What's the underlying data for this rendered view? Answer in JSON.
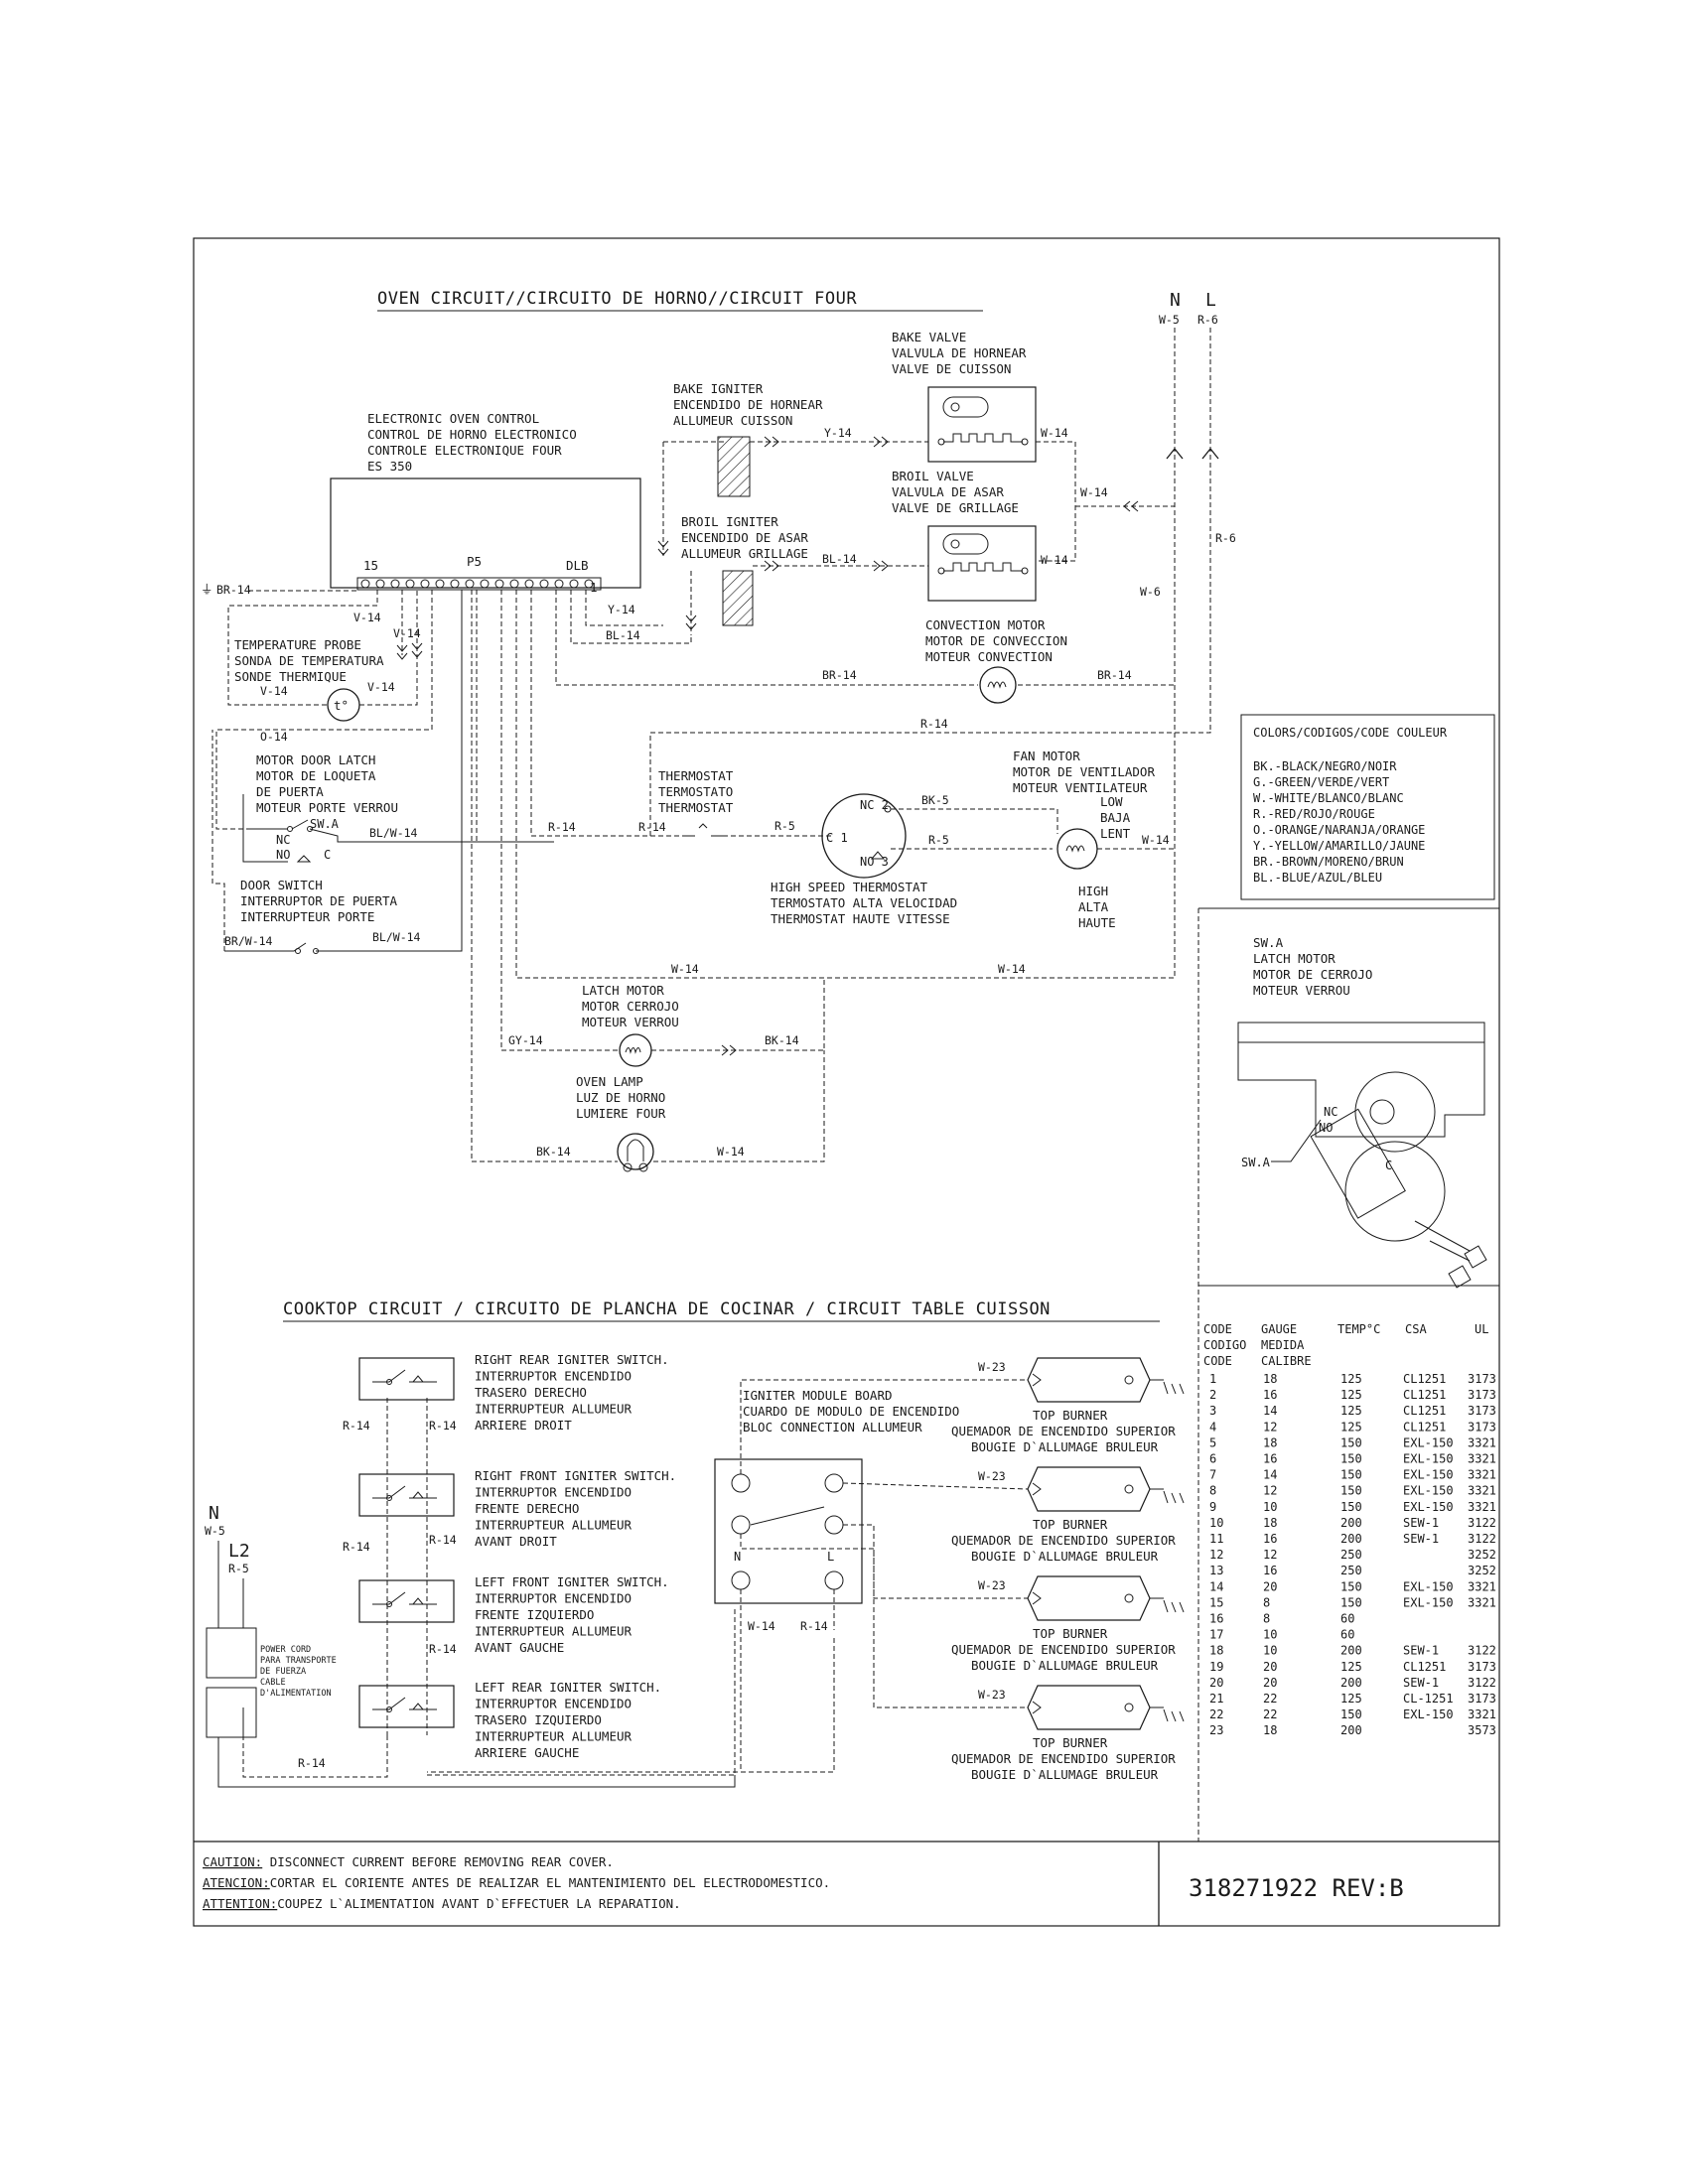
{
  "oven": {
    "title": "OVEN CIRCUIT//CIRCUITO DE HORNO//CIRCUIT FOUR",
    "n_label": "N",
    "l_label": "L",
    "w5": "W-5",
    "r6": "R-6",
    "eoc": [
      "ELECTRONIC OVEN CONTROL",
      "CONTROL DE HORNO ELECTRONICO",
      "CONTROLE ELECTRONIQUE FOUR",
      "ES 350"
    ],
    "pin15": "15",
    "p5": "P5",
    "dlb": "DLB",
    "pin1": "1",
    "ground": "⏚",
    "bake_igniter": [
      "BAKE IGNITER",
      "ENCENDIDO DE HORNEAR",
      "ALLUMEUR CUISSON"
    ],
    "bake_valve": [
      "BAKE VALVE",
      "VALVULA DE HORNEAR",
      "VALVE DE CUISSON"
    ],
    "broil_igniter": [
      "BROIL IGNITER",
      "ENCENDIDO DE ASAR",
      "ALLUMEUR GRILLAGE"
    ],
    "broil_valve": [
      "BROIL VALVE",
      "VALVULA DE ASAR",
      "VALVE DE GRILLAGE"
    ],
    "temp_probe": [
      "TEMPERATURE PROBE",
      "SONDA DE TEMPERATURA",
      "SONDE THERMIQUE"
    ],
    "convection_motor": [
      "CONVECTION MOTOR",
      "MOTOR DE CONVECCION",
      "MOTEUR CONVECTION"
    ],
    "door_latch": [
      "MOTOR DOOR LATCH",
      "MOTOR DE LOQUETA",
      "DE PUERTA",
      "MOTEUR PORTE VERROU"
    ],
    "swa": "SW.A",
    "nc": "NC",
    "no": "NO",
    "c": "C",
    "door_switch": [
      "DOOR SWITCH",
      "INTERRUPTOR DE PUERTA",
      "INTERRUPTEUR PORTE"
    ],
    "thermostat": [
      "THERMOSTAT",
      "TERMOSTATO",
      "THERMOSTAT"
    ],
    "hs_thermostat": [
      "HIGH SPEED THERMOSTAT",
      "TERMOSTATO ALTA VELOCIDAD",
      "THERMOSTAT HAUTE VITESSE"
    ],
    "fan_motor": [
      "FAN MOTOR",
      "MOTOR DE VENTILADOR",
      "MOTEUR VENTILATEUR"
    ],
    "low": [
      "LOW",
      "BAJA",
      "LENT"
    ],
    "high": [
      "HIGH",
      "ALTA",
      "HAUTE"
    ],
    "t_nc": "NC 2",
    "t_c": "C 1",
    "t_no": "NO 3",
    "latch_motor": [
      "LATCH MOTOR",
      "MOTOR CERROJO",
      "MOTEUR VERROU"
    ],
    "oven_lamp": [
      "OVEN LAMP",
      "LUZ DE HORNO",
      "LUMIERE FOUR"
    ],
    "probe_symbol": "t°",
    "wires": {
      "y14": "Y-14",
      "w14": "W-14",
      "bl14": "BL-14",
      "br14": "BR-14",
      "v14": "V-14",
      "v14b": "V-14",
      "v14c": "V-14",
      "v14d": "V-14",
      "v14e": "V-14",
      "w6": "W-6",
      "r6": "R-6",
      "r14": "R-14",
      "o14": "O-14",
      "blw14": "BL/W-14",
      "brw14": "BR/W-14",
      "bk5": "BK-5",
      "r5": "R-5",
      "gy14": "GY-14",
      "bk14": "BK-14"
    }
  },
  "colors": {
    "title": "COLORS/CODIGOS/CODE COULEUR",
    "items": [
      "BK.-BLACK/NEGRO/NOIR",
      "G.-GREEN/VERDE/VERT",
      "W.-WHITE/BLANCO/BLANC",
      "R.-RED/ROJO/ROUGE",
      "O.-ORANGE/NARANJA/ORANGE",
      "Y.-YELLOW/AMARILLO/JAUNE",
      "BR.-BROWN/MORENO/BRUN",
      "BL.-BLUE/AZUL/BLEU"
    ]
  },
  "swa_detail": {
    "lines": [
      "SW.A",
      "LATCH MOTOR",
      "MOTOR DE CERROJO",
      "MOTEUR VERROU"
    ],
    "label": "SW.A",
    "nc": "NC",
    "no": "NO",
    "c": "C"
  },
  "gauge": {
    "headers": [
      [
        "CODE",
        "CODIGO",
        "CODE"
      ],
      [
        "GAUGE",
        "MEDIDA",
        "CALIBRE"
      ],
      [
        "TEMP°C"
      ],
      [
        "CSA"
      ],
      [
        "UL"
      ]
    ],
    "rows": [
      [
        "1",
        "18",
        "125",
        "CL1251",
        "3173"
      ],
      [
        "2",
        "16",
        "125",
        "CL1251",
        "3173"
      ],
      [
        "3",
        "14",
        "125",
        "CL1251",
        "3173"
      ],
      [
        "4",
        "12",
        "125",
        "CL1251",
        "3173"
      ],
      [
        "5",
        "18",
        "150",
        "EXL-150",
        "3321"
      ],
      [
        "6",
        "16",
        "150",
        "EXL-150",
        "3321"
      ],
      [
        "7",
        "14",
        "150",
        "EXL-150",
        "3321"
      ],
      [
        "8",
        "12",
        "150",
        "EXL-150",
        "3321"
      ],
      [
        "9",
        "10",
        "150",
        "EXL-150",
        "3321"
      ],
      [
        "10",
        "18",
        "200",
        "SEW-1",
        "3122"
      ],
      [
        "11",
        "16",
        "200",
        "SEW-1",
        "3122"
      ],
      [
        "12",
        "12",
        "250",
        "",
        "3252"
      ],
      [
        "13",
        "16",
        "250",
        "",
        "3252"
      ],
      [
        "14",
        "20",
        "150",
        "EXL-150",
        "3321"
      ],
      [
        "15",
        "8",
        "150",
        "EXL-150",
        "3321"
      ],
      [
        "16",
        "8",
        "60",
        "",
        ""
      ],
      [
        "17",
        "10",
        "60",
        "",
        ""
      ],
      [
        "18",
        "10",
        "200",
        "SEW-1",
        "3122"
      ],
      [
        "19",
        "20",
        "125",
        "CL1251",
        "3173"
      ],
      [
        "20",
        "20",
        "200",
        "SEW-1",
        "3122"
      ],
      [
        "21",
        "22",
        "125",
        "CL-1251",
        "3173"
      ],
      [
        "22",
        "22",
        "150",
        "EXL-150",
        "3321"
      ],
      [
        "23",
        "18",
        "200",
        "",
        "3573"
      ]
    ]
  },
  "cooktop": {
    "title": "COOKTOP CIRCUIT / CIRCUITO DE PLANCHA DE COCINAR / CIRCUIT TABLE CUISSON",
    "switches": [
      [
        "RIGHT REAR IGNITER SWITCH.",
        "INTERRUPTOR ENCENDIDO",
        "TRASERO DERECHO",
        "INTERRUPTEUR ALLUMEUR",
        "ARRIERE DROIT"
      ],
      [
        "RIGHT FRONT IGNITER SWITCH.",
        "INTERRUPTOR  ENCENDIDO",
        "FRENTE DERECHO",
        "INTERRUPTEUR ALLUMEUR",
        "AVANT DROIT"
      ],
      [
        "LEFT FRONT IGNITER SWITCH.",
        "INTERRUPTOR  ENCENDIDO",
        "FRENTE IZQUIERDO",
        "INTERRUPTEUR ALLUMEUR",
        "AVANT GAUCHE"
      ],
      [
        "LEFT REAR IGNITER SWITCH.",
        "INTERRUPTOR ENCENDIDO",
        "TRASERO IZQUIERDO",
        "INTERRUPTEUR ALLUMEUR",
        "ARRIERE GAUCHE"
      ]
    ],
    "module": [
      "IGNITER MODULE BOARD",
      "CUARDO DE MODULO DE ENCENDIDO",
      "BLOC CONNECTION ALLUMEUR"
    ],
    "burner": [
      "TOP BURNER",
      "QUEMADOR DE ENCENDIDO SUPERIOR",
      "BOUGIE D`ALLUMAGE BRULEUR"
    ],
    "power_cord": [
      "POWER CORD",
      "PARA TRANSPORTE",
      "DE FUERZA",
      "CABLE",
      "D'ALIMENTATION"
    ],
    "n": "N",
    "w5": "W-5",
    "l2": "L2",
    "r5": "R-5",
    "mod_n": "N",
    "mod_l": "L",
    "wires": {
      "r14": "R-14",
      "w23": "W-23",
      "w14": "W-14"
    }
  },
  "footer": {
    "caution_label": "CAUTION:",
    "caution_text": " DISCONNECT CURRENT BEFORE REMOVING REAR COVER.",
    "atencion_label": "ATENCION:",
    "atencion_text": "CORTAR EL CORIENTE ANTES DE REALIZAR EL MANTENIMIENTO DEL ELECTRODOMESTICO.",
    "attention_label": "ATTENTION:",
    "attention_text": "COUPEZ L`ALIMENTATION AVANT D`EFFECTUER LA REPARATION.",
    "part_number": "318271922 REV:B"
  }
}
